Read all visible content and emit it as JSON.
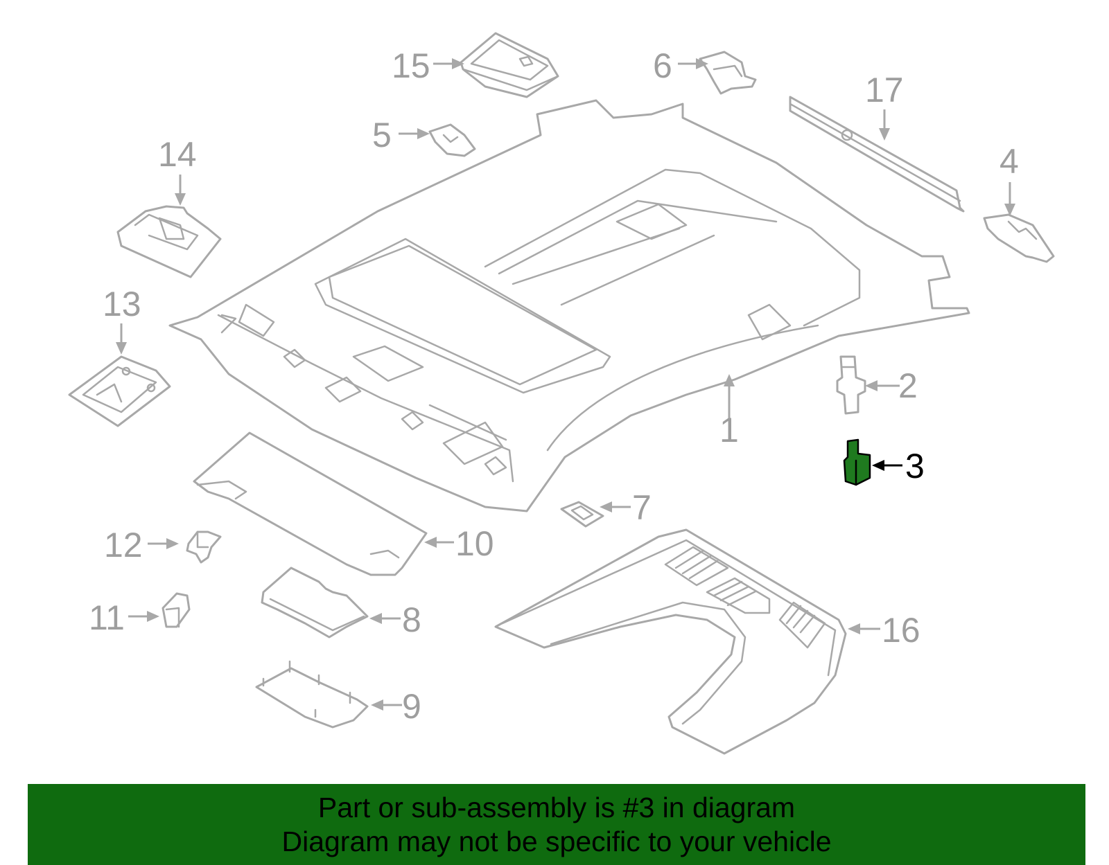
{
  "callouts": {
    "c1": "1",
    "c2": "2",
    "c3": "3",
    "c4": "4",
    "c5": "5",
    "c6": "6",
    "c7": "7",
    "c8": "8",
    "c9": "9",
    "c10": "10",
    "c11": "11",
    "c12": "12",
    "c13": "13",
    "c14": "14",
    "c15": "15",
    "c16": "16",
    "c17": "17"
  },
  "highlighted_part": "3",
  "colors": {
    "highlight_fill": "#1f7a1f",
    "banner_bg": "#0f6b0f",
    "part_stroke": "#a8a8a8"
  },
  "banner": {
    "line1": "Part or sub-assembly is #3 in diagram",
    "line2": "Diagram may not be specific to your vehicle"
  }
}
